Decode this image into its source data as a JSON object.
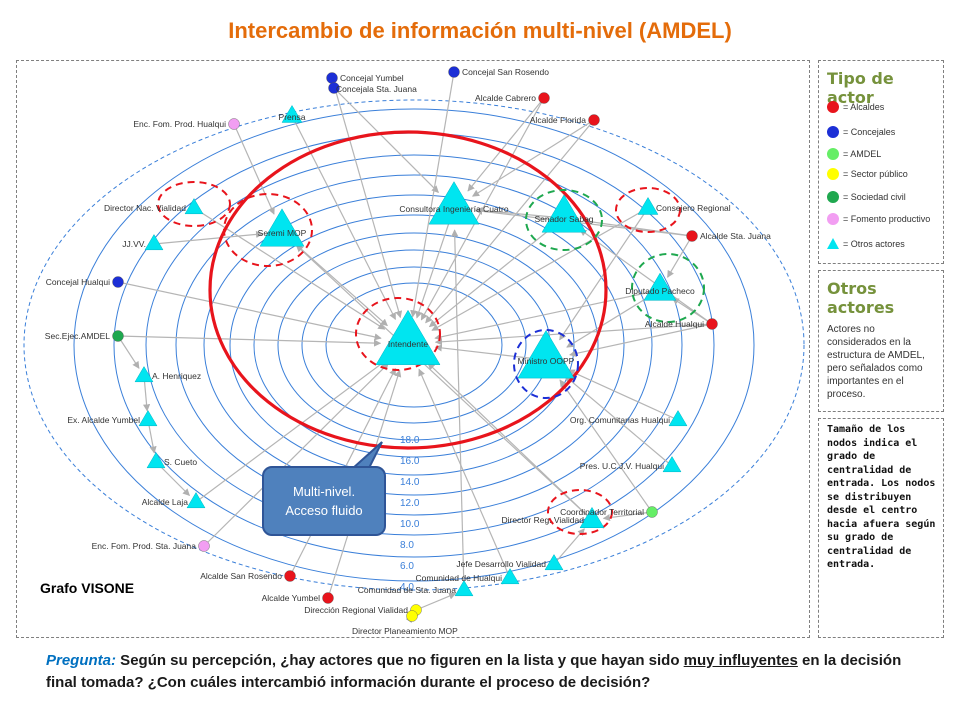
{
  "title": "Intercambio de información multi-nivel (AMDEL)",
  "graph_label": "Grafo VISONE",
  "callout": {
    "line1": "Multi-nivel.",
    "line2": "Acceso fluido"
  },
  "ring_values": [
    "18.0",
    "16.0",
    "14.0",
    "12.0",
    "10.0",
    "8.0",
    "6.0",
    "4.0"
  ],
  "colors": {
    "alcaldes": "#e8141c",
    "concejales": "#1c2fd6",
    "amdel": "#66ee66",
    "sector_publico": "#ffff00",
    "sociedad_civil": "#1fa84f",
    "fomento_productivo": "#f29ef2",
    "otros_actores": "#00e5f0",
    "ring": "#3a7fd9",
    "highlight_red": "#e8141c",
    "highlight_green": "#1fa84f",
    "highlight_blue": "#1c2fd6"
  },
  "legend": {
    "title": "Tipo de actor",
    "items": [
      {
        "label": "= Alcaldes",
        "color": "#e8141c",
        "shape": "dot"
      },
      {
        "label": "= Concejales",
        "color": "#1c2fd6",
        "shape": "dot"
      },
      {
        "label": "= AMDEL",
        "color": "#66ee66",
        "shape": "dot"
      },
      {
        "label": "= Sector público",
        "color": "#ffff00",
        "shape": "dot"
      },
      {
        "label": "= Sociedad civil",
        "color": "#1fa84f",
        "shape": "dot"
      },
      {
        "label": "= Fomento productivo",
        "color": "#f29ef2",
        "shape": "dot"
      },
      {
        "label": "= Otros actores",
        "color": "#00e5f0",
        "shape": "triangle"
      }
    ]
  },
  "otros_actores": {
    "title": "Otros actores",
    "text": "Actores no considerados en la estructura de AMDEL, pero señalados como importantes en el proceso."
  },
  "size_note": "Tamaño de los nodos indica el grado de centralidad de entrada. Los nodos se distribuyen desde el centro hacia afuera según su grado de centralidad de entrada.",
  "question": {
    "label": "Pregunta:",
    "part1": " Según su percepción, ¿hay actores que no figuren en la lista y que hayan sido ",
    "underlined": "muy influyentes",
    "part2": " en la decisión final tomada? ¿Con cuáles intercambió información durante el proceso de decisión?"
  },
  "nodes": [
    {
      "id": "concejal-yumbel",
      "label": "Concejal Yumbel",
      "type": "concejales"
    },
    {
      "id": "concejala-sta-juana",
      "label": "Concejala Sta. Juana",
      "type": "concejales"
    },
    {
      "id": "concejal-san-rosendo",
      "label": "Concejal San Rosendo",
      "type": "concejales"
    },
    {
      "id": "alcalde-cabrero",
      "label": "Alcalde Cabrero",
      "type": "alcaldes"
    },
    {
      "id": "alcalde-florida",
      "label": "Alcalde Florida",
      "type": "alcaldes"
    },
    {
      "id": "enc-fom-prod-hualqui",
      "label": "Enc. Fom. Prod. Hualqui",
      "type": "fomento_productivo"
    },
    {
      "id": "prensa",
      "label": "Prensa",
      "type": "otros_actores"
    },
    {
      "id": "director-nac-vialidad",
      "label": "Director Nac. Vialidad",
      "type": "otros_actores"
    },
    {
      "id": "consultora-ingenieria-cuatro",
      "label": "Consultora Ingeniería Cuatro",
      "type": "otros_actores"
    },
    {
      "id": "senador-sabag",
      "label": "Senador Sabag",
      "type": "otros_actores"
    },
    {
      "id": "consejero-regional",
      "label": "Consejero Regional",
      "type": "otros_actores"
    },
    {
      "id": "seremi-mop",
      "label": "Seremi MOP",
      "type": "otros_actores"
    },
    {
      "id": "alcalde-sta-juana",
      "label": "Alcalde Sta. Juana",
      "type": "alcaldes"
    },
    {
      "id": "jj-vv",
      "label": "JJ.VV.",
      "type": "otros_actores"
    },
    {
      "id": "diputado-pacheco",
      "label": "Diputado Pacheco",
      "type": "otros_actores"
    },
    {
      "id": "concejal-hualqui",
      "label": "Concejal Hualqui",
      "type": "concejales"
    },
    {
      "id": "intendente",
      "label": "Intendente",
      "type": "otros_actores"
    },
    {
      "id": "alcalde-hualqui",
      "label": "Alcalde Hualqui",
      "type": "alcaldes"
    },
    {
      "id": "sec-ejec-amdel",
      "label": "Sec.Ejec.AMDEL",
      "type": "sociedad_civil"
    },
    {
      "id": "ministro-oopp",
      "label": "Ministro OOPP",
      "type": "otros_actores"
    },
    {
      "id": "a-henriquez",
      "label": "A. Henriquez",
      "type": "otros_actores"
    },
    {
      "id": "ex-alcalde-yumbel",
      "label": "Ex. Alcalde Yumbel",
      "type": "otros_actores"
    },
    {
      "id": "org-comunitarias-hualqui",
      "label": "Org. Comunitarias Hualqui",
      "type": "otros_actores"
    },
    {
      "id": "s-cueto",
      "label": "S. Cueto",
      "type": "otros_actores"
    },
    {
      "id": "pres-ucjv-hualqui",
      "label": "Pres. U.C.J.V. Hualqui",
      "type": "otros_actores"
    },
    {
      "id": "alcalde-laja",
      "label": "Alcalde Laja",
      "type": "otros_actores"
    },
    {
      "id": "coordinador-territorial",
      "label": "Coordinador Territorial",
      "type": "amdel"
    },
    {
      "id": "director-reg-vialidad",
      "label": "Director Reg. Vialidad",
      "type": "otros_actores"
    },
    {
      "id": "enc-fom-prod-sta-juana",
      "label": "Enc. Fom. Prod. Sta. Juana",
      "type": "fomento_productivo"
    },
    {
      "id": "jefe-desarrollo-vialidad",
      "label": "Jefe Desarrollo Vialidad",
      "type": "otros_actores"
    },
    {
      "id": "alcalde-san-rosendo",
      "label": "Alcalde San Rosendo",
      "type": "alcaldes"
    },
    {
      "id": "comunidad-de-hualqui",
      "label": "Comunidad de Hualqui",
      "type": "otros_actores"
    },
    {
      "id": "comunidad-de-sta-juana",
      "label": "Comunidad de Sta. Juana",
      "type": "otros_actores"
    },
    {
      "id": "alcalde-yumbel",
      "label": "Alcalde Yumbel",
      "type": "alcaldes"
    },
    {
      "id": "direccion-regional-vialidad",
      "label": "Dirección Regional Vialidad",
      "type": "sector_publico"
    },
    {
      "id": "director-planeamiento-mop",
      "label": "Director Planeamiento MOP",
      "type": "sector_publico"
    }
  ],
  "edges": [
    [
      "concejal-yumbel",
      "intendente"
    ],
    [
      "concejala-sta-juana",
      "consultora-ingenieria-cuatro"
    ],
    [
      "concejal-san-rosendo",
      "intendente"
    ],
    [
      "alcalde-cabrero",
      "intendente"
    ],
    [
      "alcalde-florida",
      "intendente"
    ],
    [
      "alcalde-florida",
      "consultora-ingenieria-cuatro"
    ],
    [
      "enc-fom-prod-hualqui",
      "seremi-mop"
    ],
    [
      "prensa",
      "intendente"
    ],
    [
      "director-nac-vialidad",
      "intendente"
    ],
    [
      "consultora-ingenieria-cuatro",
      "intendente"
    ],
    [
      "senador-sabag",
      "intendente"
    ],
    [
      "consejero-regional",
      "intendente"
    ],
    [
      "consejero-regional",
      "ministro-oopp"
    ],
    [
      "seremi-mop",
      "intendente"
    ],
    [
      "alcalde-sta-juana",
      "consultora-ingenieria-cuatro"
    ],
    [
      "alcalde-sta-juana",
      "senador-sabag"
    ],
    [
      "alcalde-sta-juana",
      "diputado-pacheco"
    ],
    [
      "jj-vv",
      "seremi-mop"
    ],
    [
      "diputado-pacheco",
      "intendente"
    ],
    [
      "diputado-pacheco",
      "ministro-oopp"
    ],
    [
      "concejal-hualqui",
      "intendente"
    ],
    [
      "alcalde-hualqui",
      "diputado-pacheco"
    ],
    [
      "alcalde-hualqui",
      "ministro-oopp"
    ],
    [
      "alcalde-hualqui",
      "senador-sabag"
    ],
    [
      "alcalde-hualqui",
      "intendente"
    ],
    [
      "sec-ejec-amdel",
      "intendente"
    ],
    [
      "sec-ejec-amdel",
      "a-henriquez"
    ],
    [
      "a-henriquez",
      "ex-alcalde-yumbel"
    ],
    [
      "ex-alcalde-yumbel",
      "s-cueto"
    ],
    [
      "s-cueto",
      "alcalde-laja"
    ],
    [
      "ministro-oopp",
      "intendente"
    ],
    [
      "org-comunitarias-hualqui",
      "ministro-oopp"
    ],
    [
      "pres-ucjv-hualqui",
      "ministro-oopp"
    ],
    [
      "coordinador-territorial",
      "ministro-oopp"
    ],
    [
      "coordinador-territorial",
      "director-reg-vialidad"
    ],
    [
      "director-reg-vialidad",
      "intendente"
    ],
    [
      "director-reg-vialidad",
      "seremi-mop"
    ],
    [
      "jefe-desarrollo-vialidad",
      "director-reg-vialidad"
    ],
    [
      "comunidad-de-hualqui",
      "intendente"
    ],
    [
      "comunidad-de-sta-juana",
      "consultora-ingenieria-cuatro"
    ],
    [
      "alcalde-san-rosendo",
      "intendente"
    ],
    [
      "alcalde-yumbel",
      "intendente"
    ],
    [
      "direccion-regional-vialidad",
      "comunidad-de-sta-juana"
    ],
    [
      "director-planeamiento-mop",
      "direccion-regional-vialidad"
    ],
    [
      "enc-fom-prod-sta-juana",
      "intendente"
    ],
    [
      "alcalde-laja",
      "intendente"
    ],
    [
      "senador-sabag",
      "consultora-ingenieria-cuatro"
    ],
    [
      "alcalde-cabrero",
      "consultora-ingenieria-cuatro"
    ]
  ]
}
